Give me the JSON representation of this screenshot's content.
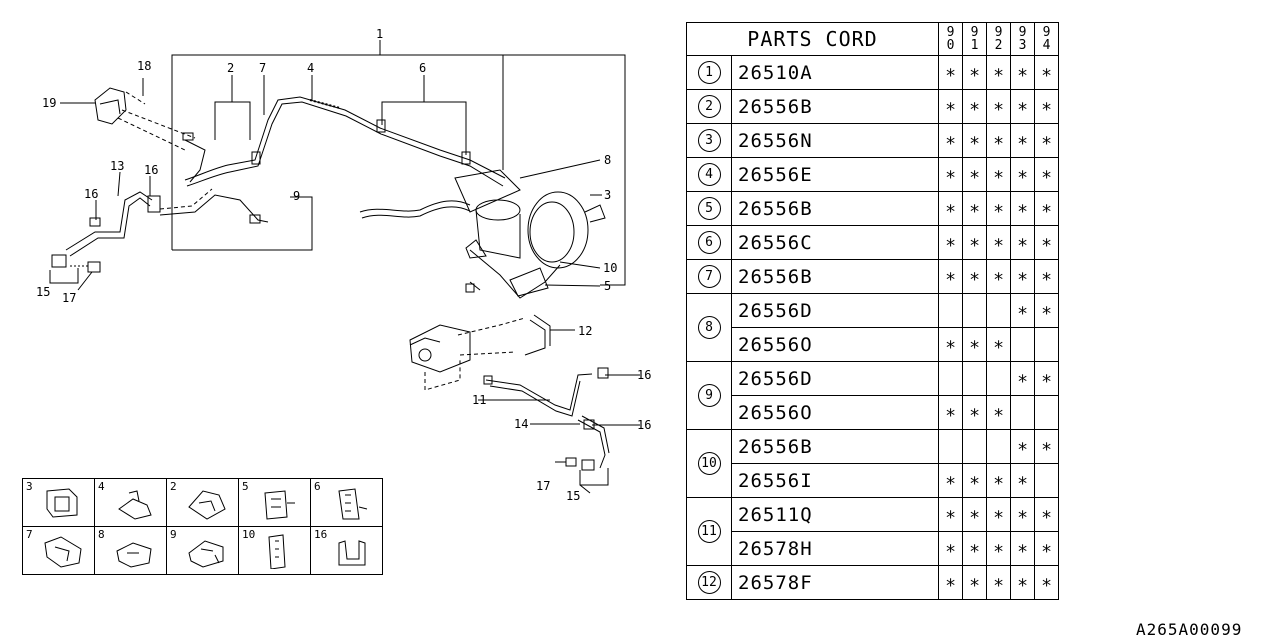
{
  "table": {
    "title": "PARTS CORD",
    "years": [
      [
        "9",
        "0"
      ],
      [
        "9",
        "1"
      ],
      [
        "9",
        "2"
      ],
      [
        "9",
        "3"
      ],
      [
        "9",
        "4"
      ]
    ],
    "rows": [
      {
        "idx": "1",
        "part": "26510A",
        "marks": [
          "∗",
          "∗",
          "∗",
          "∗",
          "∗"
        ]
      },
      {
        "idx": "2",
        "part": "26556B",
        "marks": [
          "∗",
          "∗",
          "∗",
          "∗",
          "∗"
        ]
      },
      {
        "idx": "3",
        "part": "26556N",
        "marks": [
          "∗",
          "∗",
          "∗",
          "∗",
          "∗"
        ]
      },
      {
        "idx": "4",
        "part": "26556E",
        "marks": [
          "∗",
          "∗",
          "∗",
          "∗",
          "∗"
        ]
      },
      {
        "idx": "5",
        "part": "26556B",
        "marks": [
          "∗",
          "∗",
          "∗",
          "∗",
          "∗"
        ]
      },
      {
        "idx": "6",
        "part": "26556C",
        "marks": [
          "∗",
          "∗",
          "∗",
          "∗",
          "∗"
        ]
      },
      {
        "idx": "7",
        "part": "26556B",
        "marks": [
          "∗",
          "∗",
          "∗",
          "∗",
          "∗"
        ]
      },
      {
        "idx": "8",
        "part": "26556D",
        "marks": [
          "",
          "",
          "",
          "∗",
          "∗"
        ]
      },
      {
        "idx": "",
        "part": "26556O",
        "marks": [
          "∗",
          "∗",
          "∗",
          "",
          ""
        ]
      },
      {
        "idx": "9",
        "part": "26556D",
        "marks": [
          "",
          "",
          "",
          "∗",
          "∗"
        ]
      },
      {
        "idx": "",
        "part": "26556O",
        "marks": [
          "∗",
          "∗",
          "∗",
          "",
          ""
        ]
      },
      {
        "idx": "10",
        "part": "26556B",
        "marks": [
          "",
          "",
          "",
          "∗",
          "∗"
        ]
      },
      {
        "idx": "",
        "part": "26556I",
        "marks": [
          "∗",
          "∗",
          "∗",
          "∗",
          ""
        ]
      },
      {
        "idx": "11",
        "part": "26511Q",
        "marks": [
          "∗",
          "∗",
          "∗",
          "∗",
          "∗"
        ]
      },
      {
        "idx": "",
        "part": "26578H",
        "marks": [
          "∗",
          "∗",
          "∗",
          "∗",
          "∗"
        ]
      },
      {
        "idx": "12",
        "part": "26578F",
        "marks": [
          "∗",
          "∗",
          "∗",
          "∗",
          "∗"
        ]
      }
    ]
  },
  "callouts": {
    "c1": "1",
    "c2": "2",
    "c7": "7",
    "c4": "4",
    "c6": "6",
    "c18": "18",
    "c19": "19",
    "c13": "13",
    "c16a": "16",
    "c16b": "16",
    "c9": "9",
    "c15a": "15",
    "c17a": "17",
    "c8": "8",
    "c3": "3",
    "c10": "10",
    "c5": "5",
    "c12": "12",
    "c11": "11",
    "c16c": "16",
    "c16d": "16",
    "c14": "14",
    "c17b": "17",
    "c15b": "15"
  },
  "legend": [
    {
      "num": "3"
    },
    {
      "num": "4"
    },
    {
      "num": "2"
    },
    {
      "num": "5"
    },
    {
      "num": "6"
    },
    {
      "num": "7"
    },
    {
      "num": "8"
    },
    {
      "num": "9"
    },
    {
      "num": "10"
    },
    {
      "num": "16"
    }
  ],
  "doc_code": "A265A00099"
}
